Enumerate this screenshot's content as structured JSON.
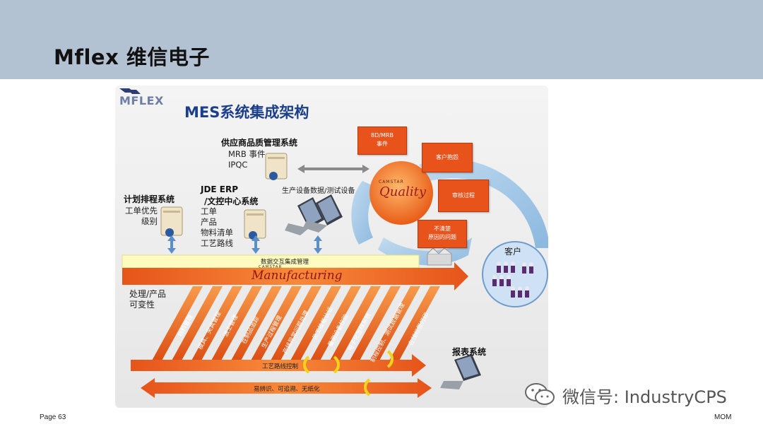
{
  "header": {
    "title": "Mflex 维信电子"
  },
  "diagram": {
    "logo": "MFLEX",
    "title": "MES系统集成架构",
    "supplier_system": {
      "title": "供应商品质管理系统",
      "lines": [
        "MRB 事件",
        "IPQC"
      ]
    },
    "jde_system": {
      "title": "JDE ERP",
      "subtitle": "/文控中心系统",
      "lines": [
        "工单",
        "产品",
        "物料清单",
        "工艺路线"
      ]
    },
    "planning_system": {
      "title": "计划排程系统",
      "lines": [
        "工单优先",
        "级别"
      ]
    },
    "equipment_label": "生产设备数据/测试设备",
    "quality_logo": {
      "brand": "CAMSTAR",
      "product": "Quality"
    },
    "quality_events": [
      "8D/MRB\n事件",
      "客户抱怨",
      "审核过程",
      "不清楚\n原因的问题"
    ],
    "customer_label": "客户",
    "integration_bar": "数据交互集成管理",
    "manufacturing_logo": {
      "brand": "CAMSTAR",
      "product": "Manufacturing"
    },
    "process_label": [
      "处理/产品",
      "可变性"
    ],
    "functions": [
      "物料管理",
      "模具、夹具管理",
      "派工管理",
      "在制品追踪",
      "生产过程管理",
      "产线异常问题处理",
      "员工技能认证",
      "量测设备校验",
      "电子化签核系统",
      "制程控制、测试数据管理",
      "在线标签打印"
    ],
    "routing_label": "工艺路线控制",
    "traceability_label": "易辨识、可追溯、无纸化",
    "report_system": "报表系统"
  },
  "footer": {
    "page": "Page 63",
    "right": "MOM"
  },
  "watermark": {
    "text": "微信号: IndustryCPS"
  },
  "colors": {
    "header_bg": "#b3c2d3",
    "orange": "#f26b1d",
    "title_blue": "#1c3f8c",
    "yellow_bar": "#fdfbc0"
  }
}
